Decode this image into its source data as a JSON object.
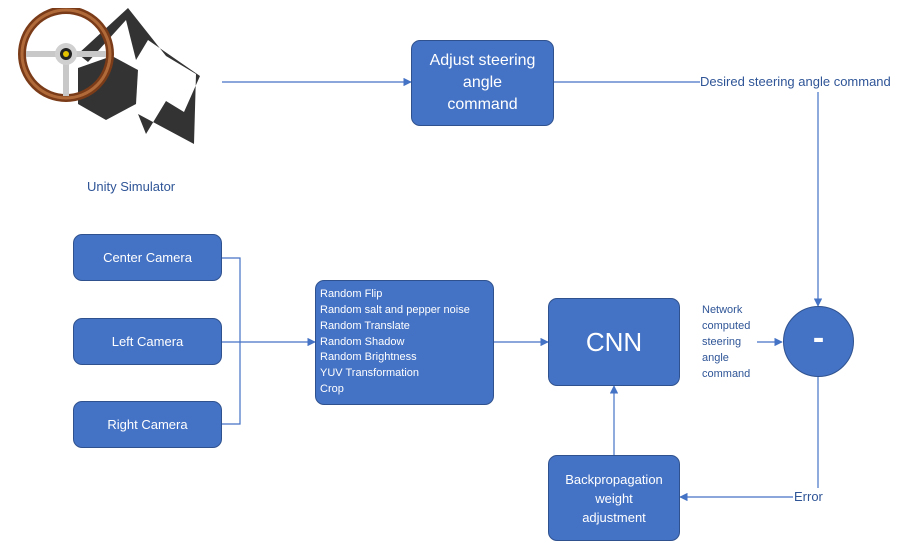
{
  "logo": {
    "caption": "Unity Simulator",
    "icon": "unity-steering-wheel-icon"
  },
  "boxes": {
    "adjust": [
      "Adjust steering",
      "angle",
      "command"
    ],
    "cameras": [
      "Center Camera",
      "Left Camera",
      "Right Camera"
    ],
    "augmentations": [
      "Random Flip",
      "Random salt and pepper noise",
      "Random Translate",
      "Random Shadow",
      "Random Brightness",
      "YUV Transformation",
      "Crop"
    ],
    "cnn": "CNN",
    "backprop": [
      "Backpropagation",
      "weight",
      "adjustment"
    ],
    "minus": "-"
  },
  "labels": {
    "desired": "Desired steering angle command",
    "network": [
      "Network",
      "computed",
      "steering",
      "angle",
      "command"
    ],
    "error": "Error"
  },
  "colors": {
    "box_fill": "#4472c4",
    "line": "#4472c4",
    "label_text": "#2f5597"
  }
}
